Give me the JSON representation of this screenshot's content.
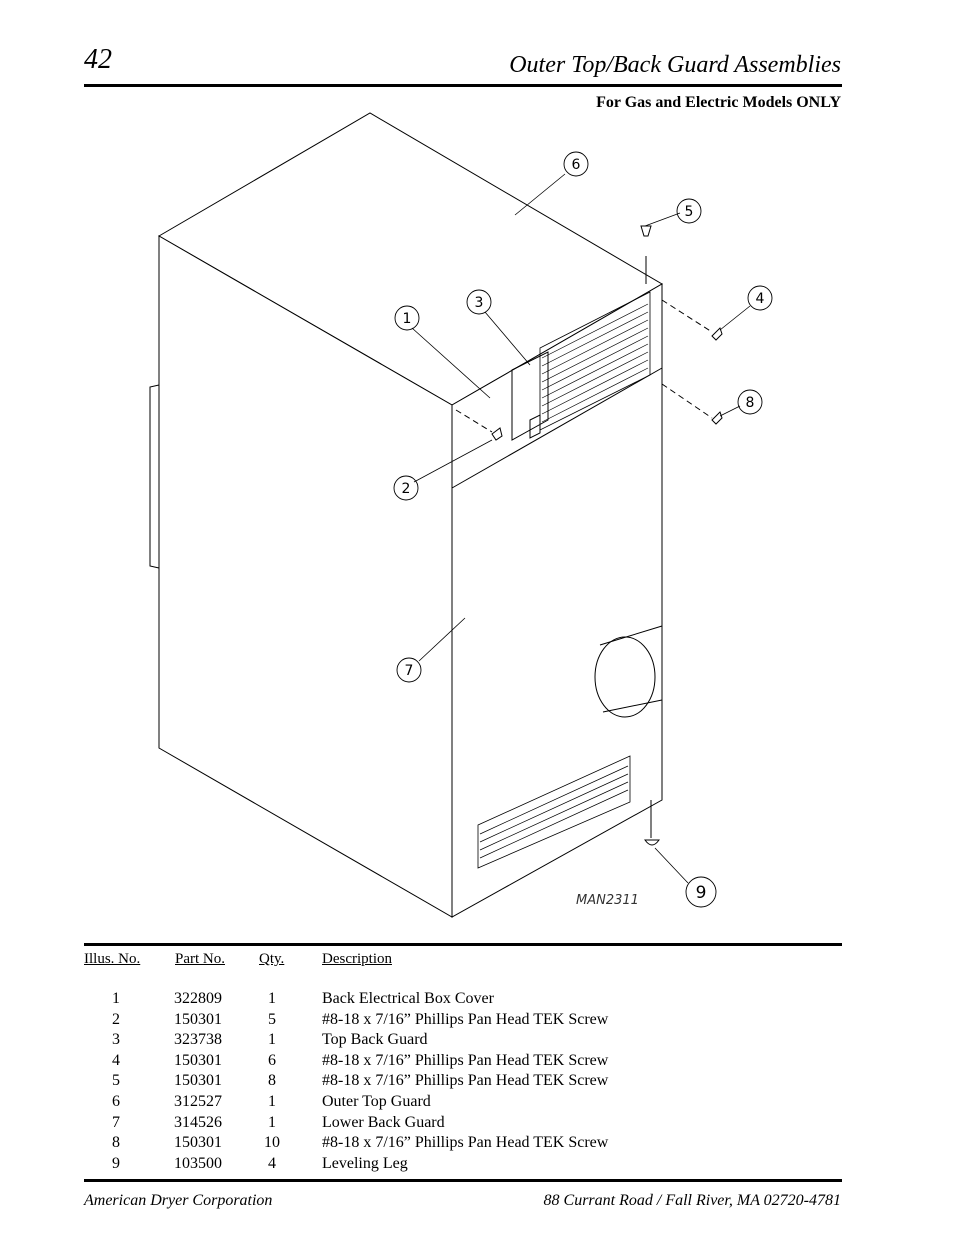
{
  "header": {
    "page_number": "42",
    "title": "Outer Top/Back Guard Assemblies",
    "subtitle": "For Gas and Electric Models ONLY"
  },
  "drawing": {
    "drawing_code": "MAN2311",
    "callouts": [
      "1",
      "2",
      "3",
      "4",
      "5",
      "6",
      "7",
      "8",
      "9"
    ]
  },
  "parts_table": {
    "headers": {
      "illus_no": "Illus. No.",
      "part_no": "Part  No.",
      "qty": "Qty.",
      "description": "Description"
    },
    "rows": [
      {
        "illus": "1",
        "part": "322809",
        "qty": "1",
        "desc": "Back Electrical Box Cover"
      },
      {
        "illus": "2",
        "part": "150301",
        "qty": "5",
        "desc": "#8-18 x 7/16” Phillips Pan Head TEK Screw"
      },
      {
        "illus": "3",
        "part": "323738",
        "qty": "1",
        "desc": "Top Back Guard"
      },
      {
        "illus": "4",
        "part": "150301",
        "qty": "6",
        "desc": "#8-18 x 7/16” Phillips Pan Head TEK Screw"
      },
      {
        "illus": "5",
        "part": "150301",
        "qty": "8",
        "desc": "#8-18 x 7/16” Phillips Pan Head TEK Screw"
      },
      {
        "illus": "6",
        "part": "312527",
        "qty": "1",
        "desc": "Outer Top Guard"
      },
      {
        "illus": "7",
        "part": "314526",
        "qty": "1",
        "desc": "Lower Back Guard"
      },
      {
        "illus": "8",
        "part": "150301",
        "qty": "10",
        "desc": "#8-18 x 7/16” Phillips Pan Head TEK Screw"
      },
      {
        "illus": "9",
        "part": "103500",
        "qty": "4",
        "desc": "Leveling Leg"
      }
    ]
  },
  "footer": {
    "left": "American Dryer Corporation",
    "right": "88 Currant Road / Fall River, MA 02720-4781"
  }
}
